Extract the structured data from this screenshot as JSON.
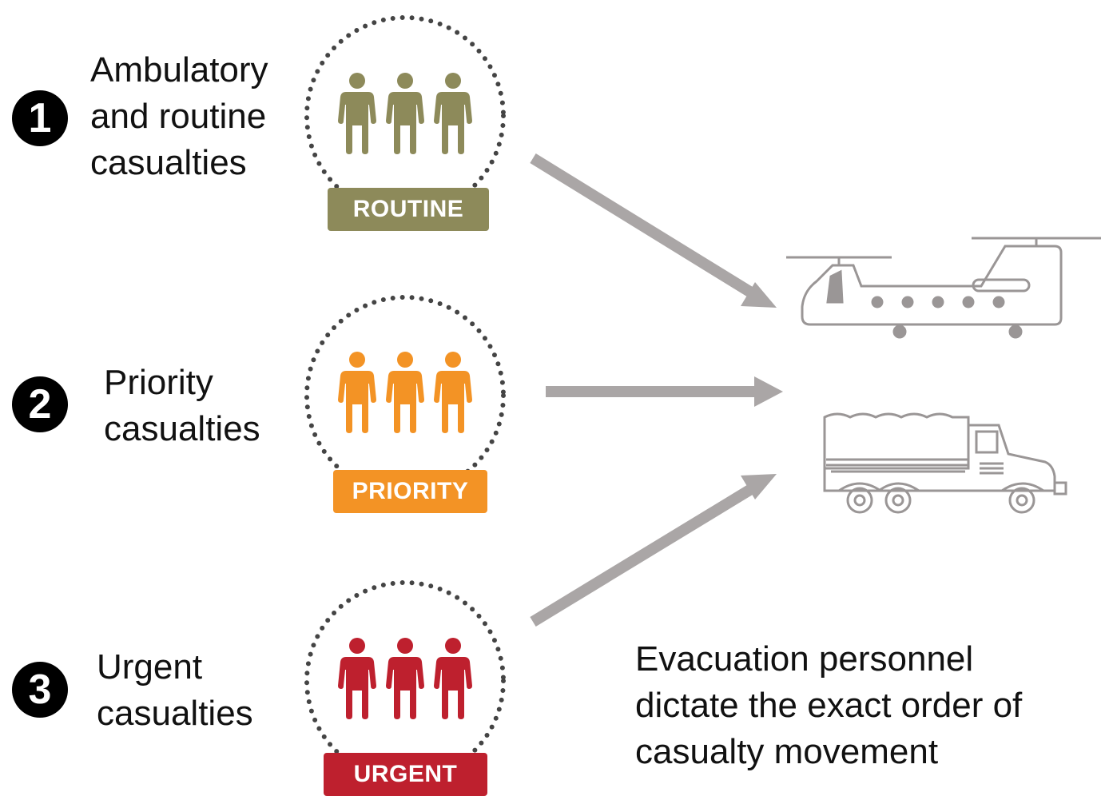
{
  "groups": [
    {
      "number": "1",
      "label_lines": [
        "Ambulatory",
        "and routine",
        "casualties"
      ],
      "badge": "ROUTINE",
      "color": "#8d8a5a"
    },
    {
      "number": "2",
      "label_lines": [
        "Priority",
        "casualties"
      ],
      "badge": "PRIORITY",
      "color": "#f39325"
    },
    {
      "number": "3",
      "label_lines": [
        "Urgent",
        "casualties"
      ],
      "badge": "URGENT",
      "color": "#be202e"
    }
  ],
  "vehicles": {
    "helicopter": "helicopter-icon",
    "truck": "truck-icon"
  },
  "arrow_color": "#aaa6a6",
  "vehicle_line_color": "#9a9696",
  "note_lines": [
    "Evacuation personnel",
    "dictate the exact order of",
    "casualty movement"
  ]
}
